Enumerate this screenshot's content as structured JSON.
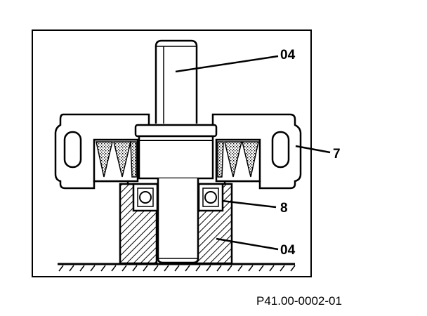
{
  "diagram": {
    "labels": {
      "shaft": "04",
      "housing": "7",
      "bearing": "8",
      "support_tool": "04"
    },
    "figure_code": "P41.00-0002-01"
  },
  "colors": {
    "line": "#000000",
    "background": "#ffffff"
  }
}
